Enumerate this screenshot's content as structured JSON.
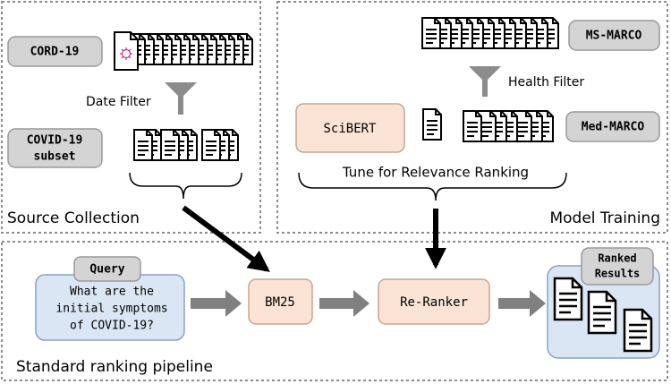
{
  "panels": {
    "source": "Source Collection",
    "training": "Model Training",
    "pipeline": "Standard ranking pipeline"
  },
  "source": {
    "cord19": "CORD-19",
    "date_filter": "Date Filter",
    "covid_subset_line1": "COVID-19",
    "covid_subset_line2": "subset"
  },
  "training": {
    "msmarco": "MS-MARCO",
    "health_filter": "Health Filter",
    "scibert": "SciBERT",
    "medmarco": "Med-MARCO",
    "tune": "Tune for Relevance Ranking"
  },
  "pipeline": {
    "query_tag": "Query",
    "query_line1": "What are the",
    "query_line2": "initial symptoms",
    "query_line3": "of COVID-19?",
    "bm25": "BM25",
    "reranker": "Re-Ranker",
    "ranked_line1": "Ranked",
    "ranked_line2": "Results"
  },
  "colors": {
    "gray_tag": "#d4d4d4",
    "peach": "#fbe3d6",
    "peach_stroke": "#c8a58f",
    "blue": "#dae6f3",
    "blue_stroke": "#8aa2c2",
    "arrow_gray": "#808080",
    "arrow_black": "#000000",
    "virus": "#c42b8f"
  }
}
